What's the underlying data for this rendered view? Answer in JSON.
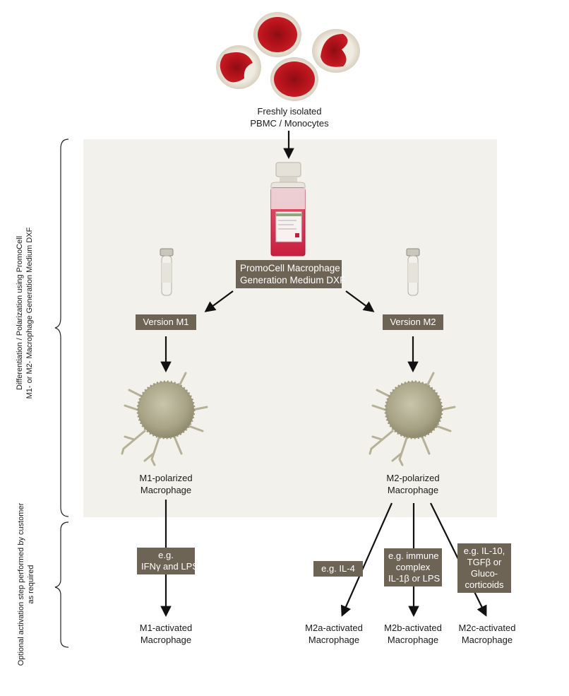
{
  "source": {
    "label_line1": "Freshly isolated",
    "label_line2": "PBMC / Monocytes"
  },
  "medium": {
    "line1": "PromoCell Macrophage",
    "line2": "Generation Medium DXF"
  },
  "versions": {
    "m1": "Version M1",
    "m2": "Version M2"
  },
  "polarized": {
    "m1": {
      "line1": "M1-polarized",
      "line2": "Macrophage"
    },
    "m2": {
      "line1": "M2-polarized",
      "line2": "Macrophage"
    }
  },
  "stimuli": {
    "m1": {
      "line1": "e.g.",
      "line2": "IFNγ and LPS"
    },
    "m2a": {
      "line1": "e.g. IL-4"
    },
    "m2b": {
      "line1": "e.g. immune",
      "line2": "complex",
      "line3": "IL-1β or LPS"
    },
    "m2c": {
      "line1": "e.g. IL-10,",
      "line2": "TGFβ or",
      "line3": "Gluco-",
      "line4": "corticoids"
    }
  },
  "activated": {
    "m1": {
      "line1": "M1-activated",
      "line2": "Macrophage"
    },
    "m2a": {
      "line1": "M2a-activated",
      "line2": "Macrophage"
    },
    "m2b": {
      "line1": "M2b-activated",
      "line2": "Macrophage"
    },
    "m2c": {
      "line1": "M2c-activated",
      "line2": "Macrophage"
    }
  },
  "side_labels": {
    "differentiation_line1": "Differentiation / Polarization using PromoCell",
    "differentiation_line2": "M1- or M2- Macrophage Generation Medium DXF",
    "activation_line1": "Optional activation step performed by customer",
    "activation_line2": "as required"
  },
  "colors": {
    "panel": "#f3f1ec",
    "label_box": "#6e6455",
    "blood_cell": "#b5121b",
    "cell_halo": "#e8e2d6",
    "macrophage": "#b0ab90",
    "arrow": "#111111"
  }
}
